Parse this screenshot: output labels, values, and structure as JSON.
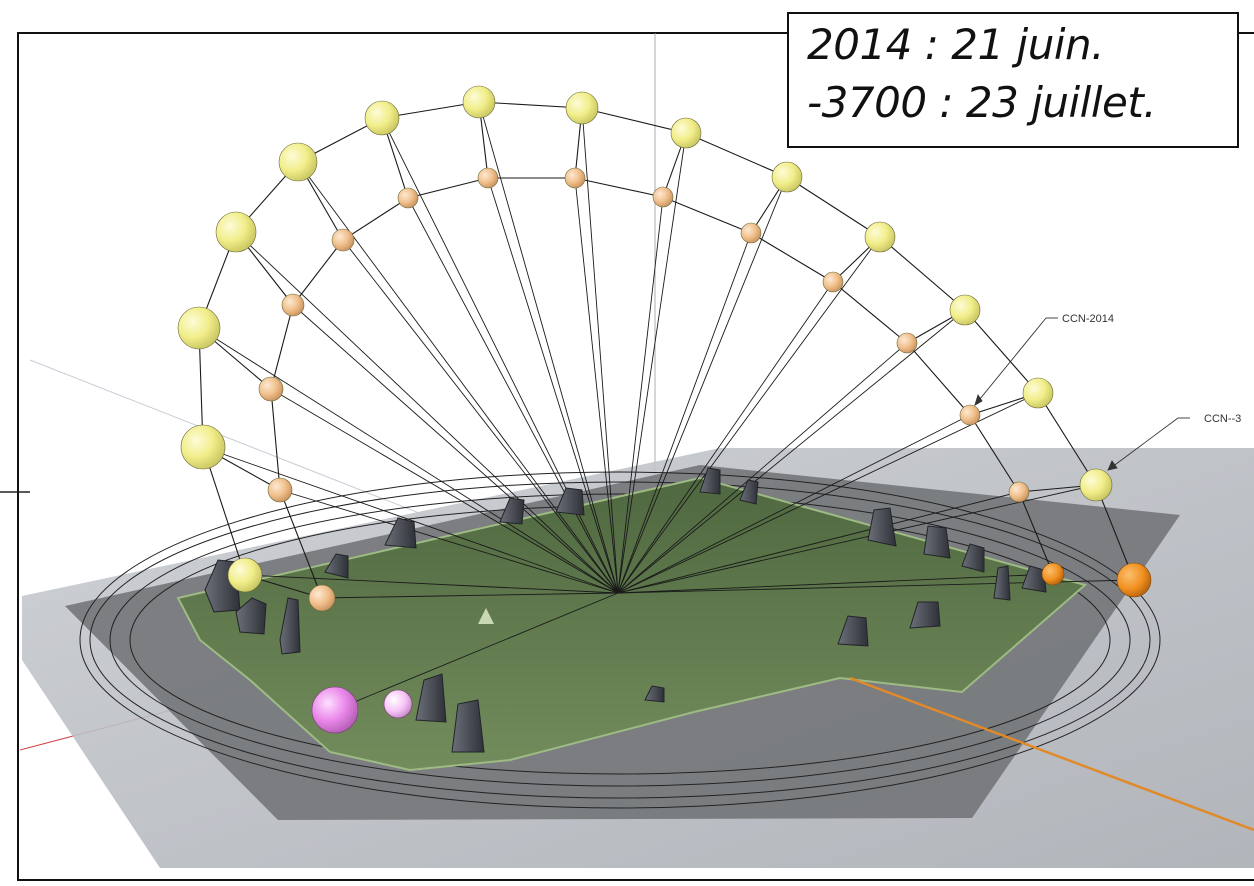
{
  "caption": {
    "line_2014": "2014 : 21 juin.",
    "line_3700": "-3700 : 23 juillet."
  },
  "labels": {
    "ccn_2014": "CCN-2014",
    "ccn_3700": "CCN--3"
  },
  "colors": {
    "sun_2014": "#f3f08c",
    "sun_3700": "#f2c08c",
    "sunrise_2014": "#f5f09a",
    "sunset_3700": "#f39a25",
    "moon_marker": "#ec88ec",
    "ground": "#5f7a4c",
    "stone": "#4a4d56",
    "plane": "#b8bbc0",
    "base_plate": "#6f7177",
    "axis_orange": "#e08a2a"
  },
  "icons": [
    "standing-stone-icon",
    "sun-sphere-icon"
  ]
}
